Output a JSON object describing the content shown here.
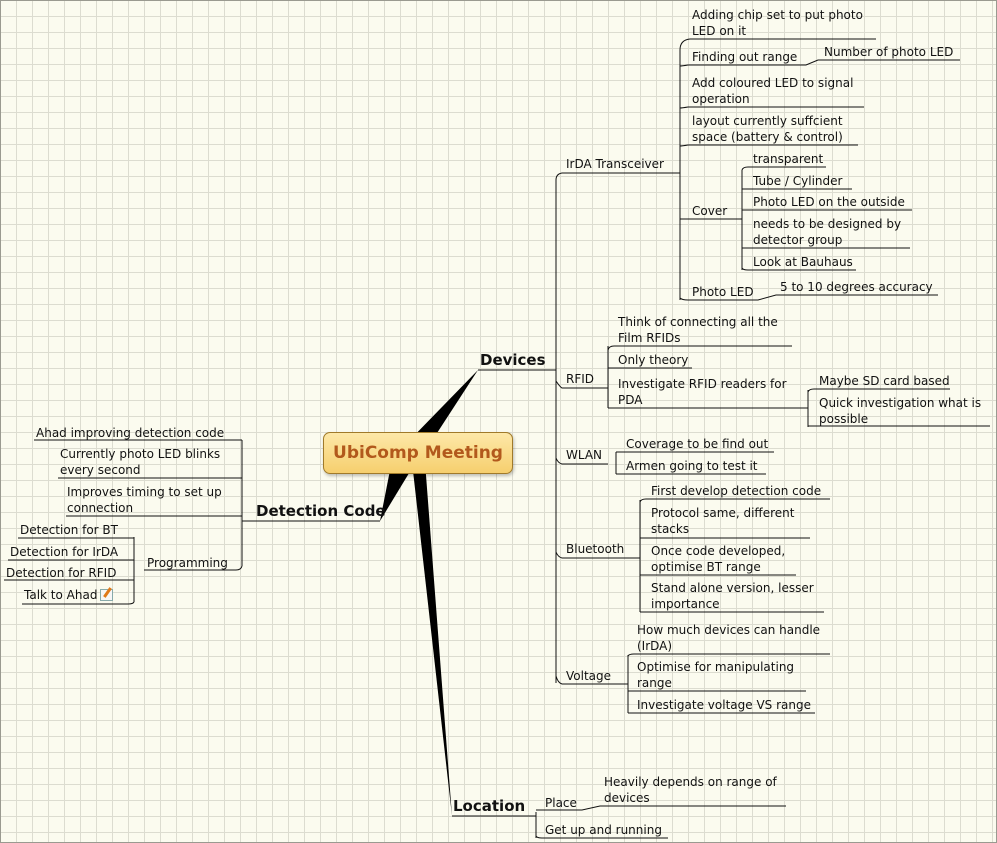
{
  "root": "UbiComp Meeting",
  "devices": {
    "label": "Devices",
    "irda": {
      "label": "IrDA Transceiver",
      "items": [
        "Adding chip set to put photo LED on it",
        "Finding out range",
        "Number of photo LED",
        "Add coloured LED to signal operation",
        "layout currently suffcient space (battery & control)"
      ],
      "cover": {
        "label": "Cover",
        "items": [
          "transparent",
          "Tube / Cylinder",
          "Photo LED on the outside",
          "needs to be designed by detector group",
          "Look at Bauhaus"
        ]
      },
      "photo_led": {
        "label": "Photo LED",
        "child": "5 to 10 degrees accuracy"
      }
    },
    "rfid": {
      "label": "RFID",
      "items": [
        "Think of connecting all the Film RFIDs",
        "Only theory",
        "Investigate RFID readers for PDA"
      ],
      "readers": [
        "Maybe SD card based",
        "Quick investigation what is possible"
      ]
    },
    "wlan": {
      "label": "WLAN",
      "items": [
        "Coverage to be find out",
        "Armen going to test it"
      ]
    },
    "bluetooth": {
      "label": "Bluetooth",
      "items": [
        "First develop detection code",
        "Protocol same, different stacks",
        "Once code developed, optimise BT range",
        "Stand alone version, lesser importance"
      ]
    },
    "voltage": {
      "label": "Voltage",
      "items": [
        "How much devices can handle (IrDA)",
        "Optimise for manipulating range",
        "Investigate voltage VS range"
      ]
    }
  },
  "detection": {
    "label": "Detection Code",
    "items": [
      "Ahad improving detection code",
      "Currently photo LED blinks every second",
      "Improves timing to set up connection"
    ],
    "programming": {
      "label": "Programming",
      "items": [
        "Detection for BT",
        "Detection for IrDA",
        "Detection for RFID",
        "Talk to Ahad"
      ]
    },
    "note_icon": "notepad-pencil-icon"
  },
  "location": {
    "label": "Location",
    "place": {
      "label": "Place",
      "child": "Heavily depends on range of devices"
    },
    "get_up": "Get up and running"
  }
}
